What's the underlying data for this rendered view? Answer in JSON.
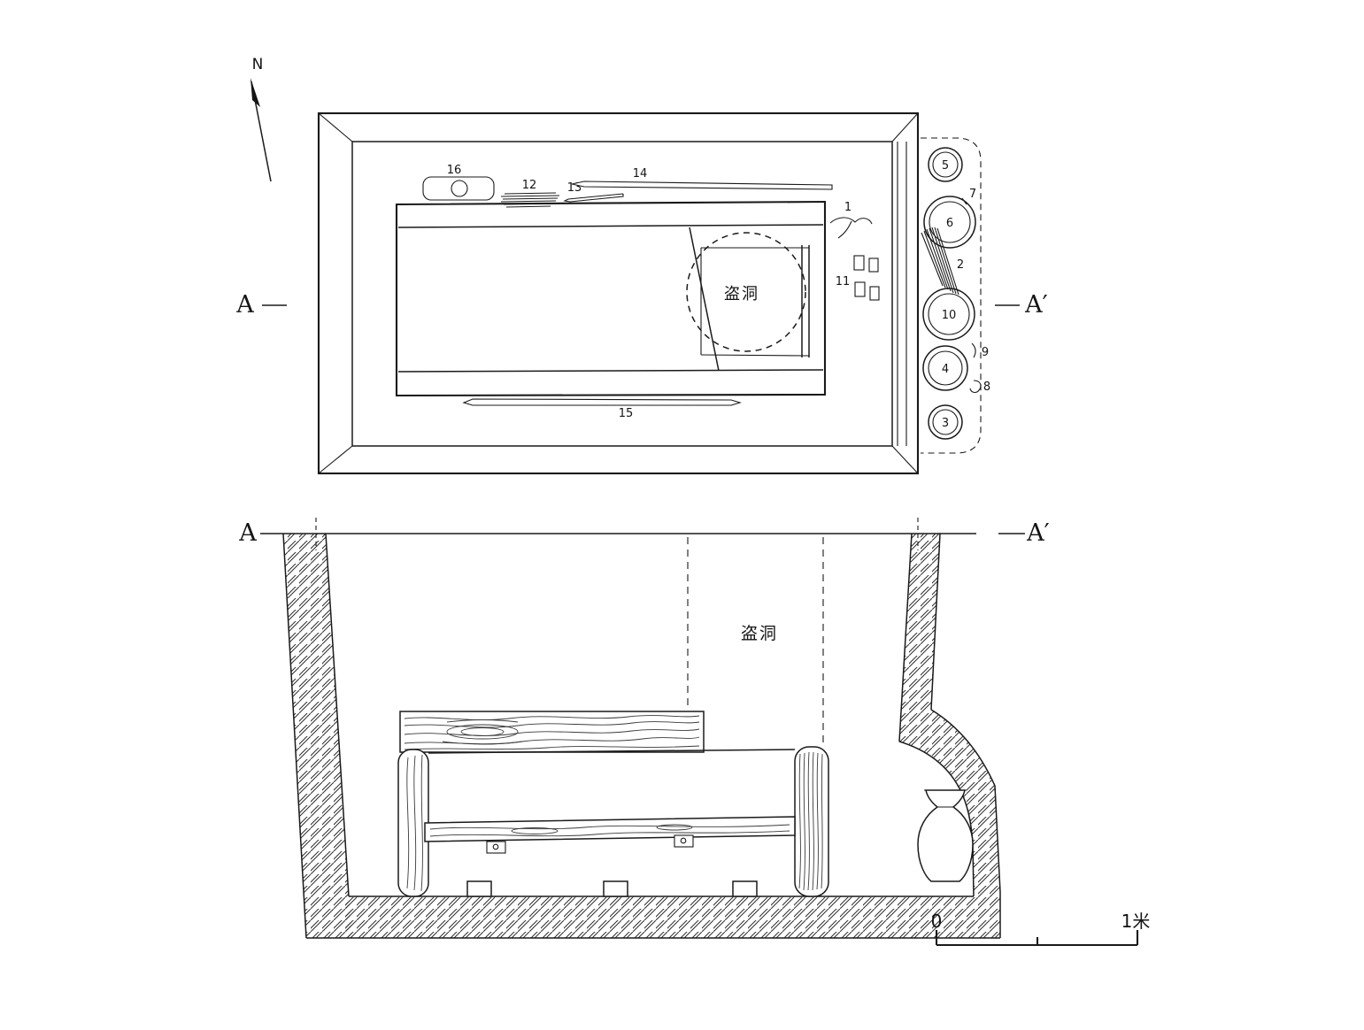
{
  "colors": {
    "ink": "#1a1a1a",
    "background": "#ffffff"
  },
  "compass": {
    "label": "N"
  },
  "plan": {
    "section_left": "A",
    "section_right": "A′",
    "robber_hole": "盗洞"
  },
  "section": {
    "left": "A",
    "right": "A′",
    "robber_hole": "盗洞"
  },
  "labels": {
    "n1": "1",
    "n2": "2",
    "n3": "3",
    "n4": "4",
    "n5": "5",
    "n6": "6",
    "n7": "7",
    "n8": "8",
    "n9": "9",
    "n10": "10",
    "n11": "11",
    "n12": "12",
    "n13": "13",
    "n14": "14",
    "n15": "15",
    "n16": "16"
  },
  "scale": {
    "zero": "0",
    "unit": "1米"
  }
}
